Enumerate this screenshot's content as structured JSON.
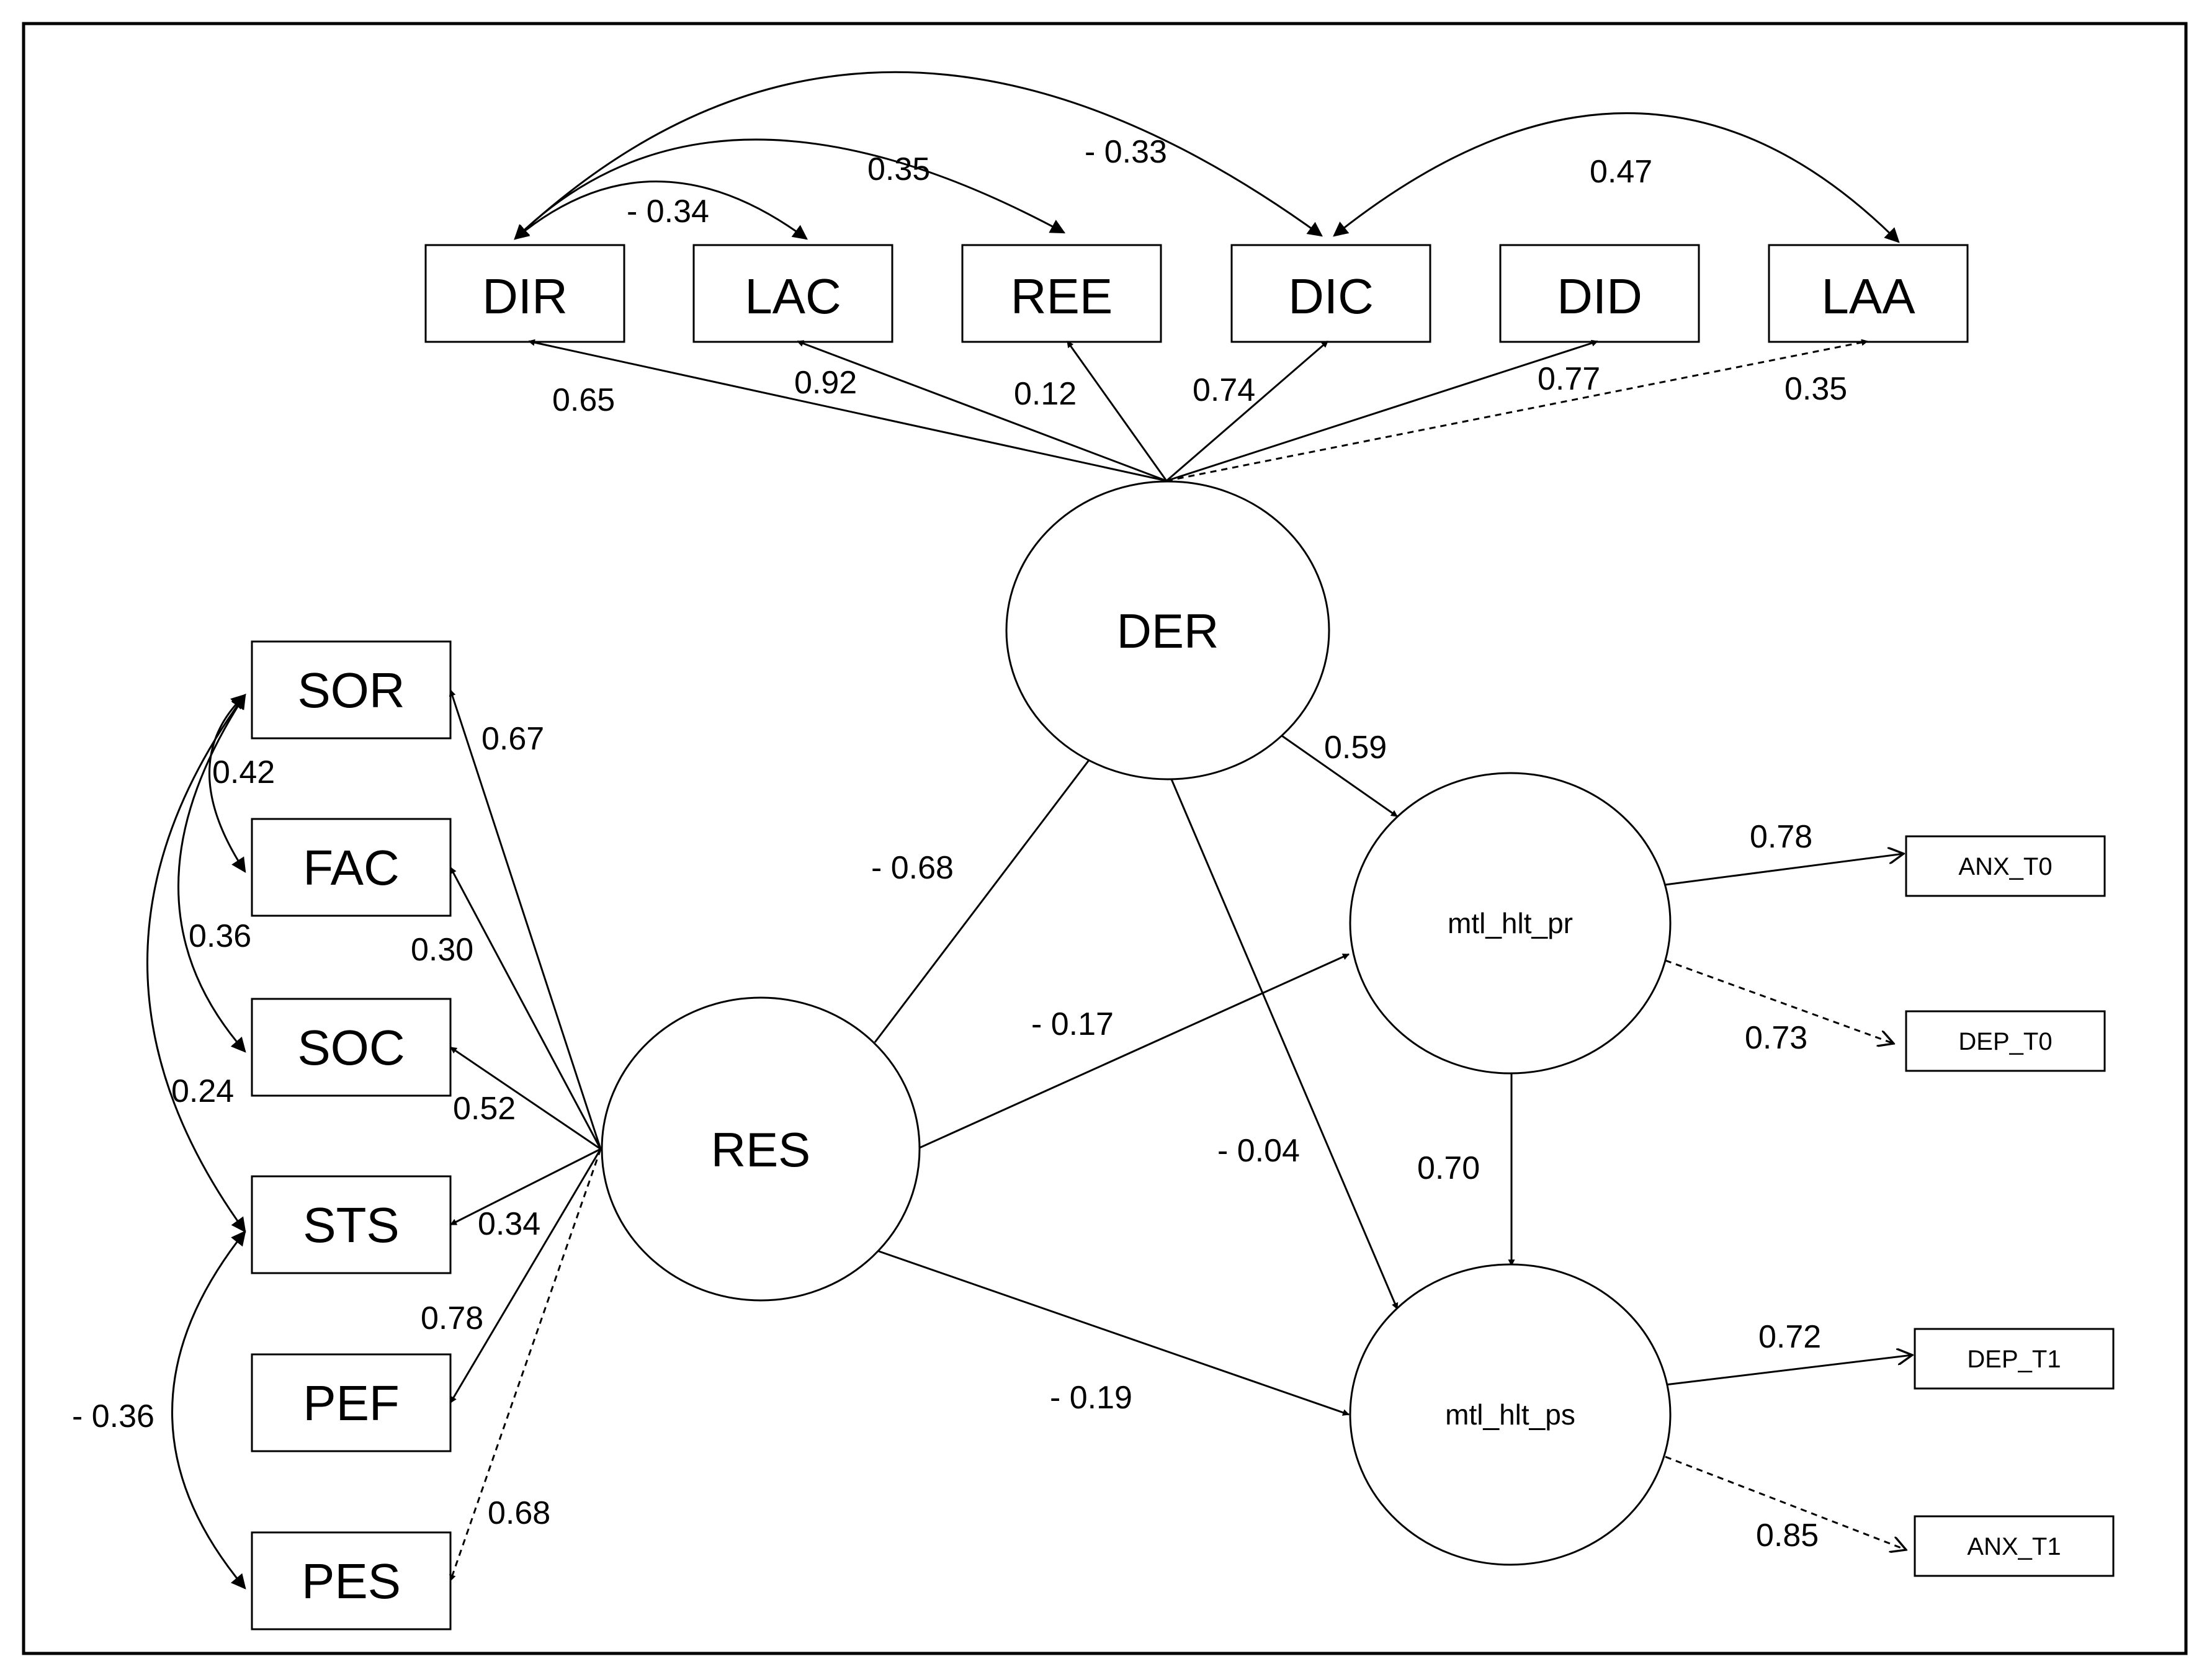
{
  "indicators": {
    "DIR": "DIR",
    "LAC": "LAC",
    "REE": "REE",
    "DIC": "DIC",
    "DID": "DID",
    "LAA": "LAA",
    "SOR": "SOR",
    "FAC": "FAC",
    "SOC": "SOC",
    "STS": "STS",
    "PEF": "PEF",
    "PES": "PES",
    "ANX_T0": "ANX_T0",
    "DEP_T0": "DEP_T0",
    "DEP_T1": "DEP_T1",
    "ANX_T1": "ANX_T1"
  },
  "latents": {
    "DER": "DER",
    "RES": "RES",
    "mtl_hlt_pr": "mtl_hlt_pr",
    "mtl_hlt_ps": "mtl_hlt_ps"
  },
  "coefficients": {
    "der_dir": "0.65",
    "der_lac": "0.92",
    "der_ree": "0.12",
    "der_dic": "0.74",
    "der_did": "0.77",
    "der_laa": "0.35",
    "cov_dir_lac": "- 0.34",
    "cov_dir_ree": "0.35",
    "cov_dir_dic": "- 0.33",
    "cov_dic_laa": "0.47",
    "res_sor": "0.67",
    "res_fac": "0.30",
    "res_soc": "0.52",
    "res_sts": "0.34",
    "res_pef": "0.78",
    "res_pes": "0.68",
    "cov_sor_fac": "0.42",
    "cov_sor_soc": "0.36",
    "cov_sor_sts": "0.24",
    "cov_sts_pes": "- 0.36",
    "res_der": "- 0.68",
    "res_pr": "- 0.17",
    "res_ps": "- 0.19",
    "der_pr": "0.59",
    "der_ps": "- 0.04",
    "pr_ps": "0.70",
    "pr_anx0": "0.78",
    "pr_dep0": "0.73",
    "ps_dep1": "0.72",
    "ps_anx1": "0.85"
  }
}
